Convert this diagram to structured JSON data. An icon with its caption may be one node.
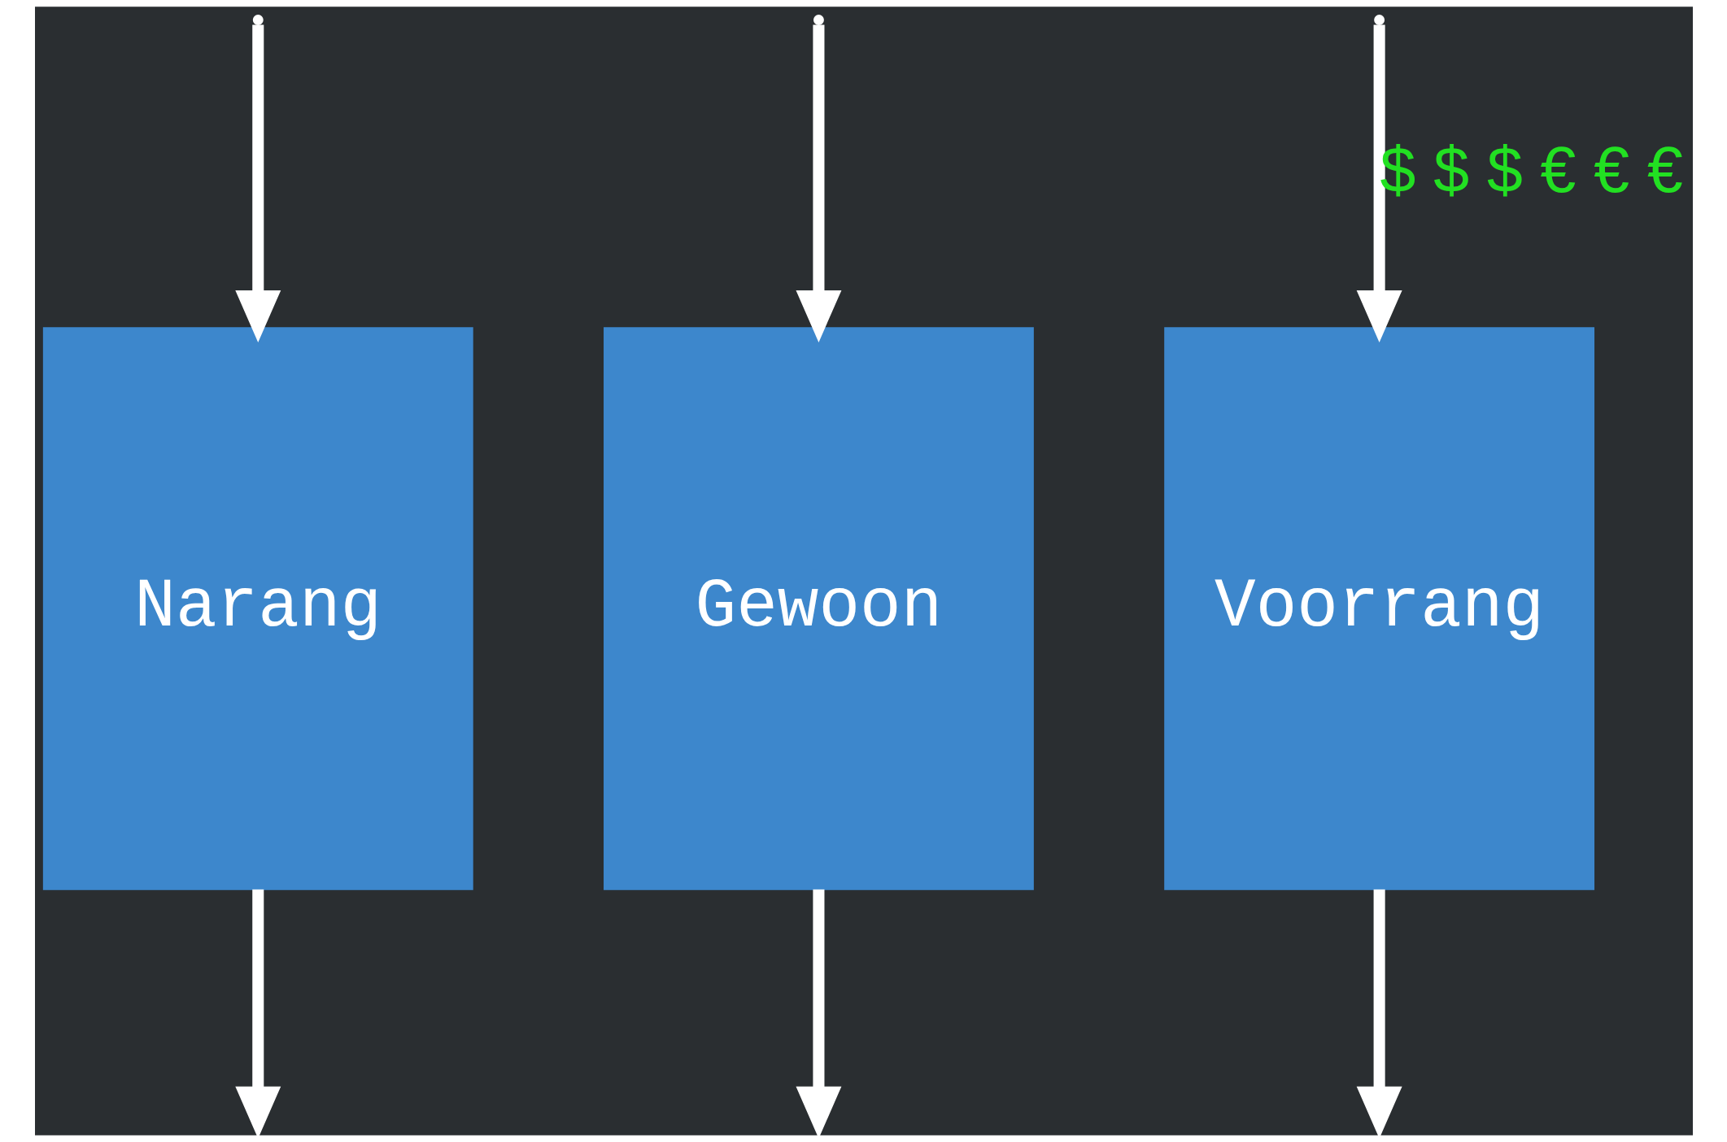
{
  "diagram": {
    "nodes": [
      {
        "text": [
          "Narang"
        ]
      },
      {
        "text": [
          "Gewoon"
        ]
      },
      {
        "text": [
          "Voorrang"
        ]
      }
    ],
    "edges": [
      {
        "from": null,
        "to": 0,
        "arrow": "to"
      },
      {
        "from": null,
        "to": 1,
        "arrow": "to"
      },
      {
        "from": null,
        "to": 2,
        "arrow": "to",
        "label": "$ $ $ € € €"
      },
      {
        "from": 0,
        "to": null,
        "arrow": "to"
      },
      {
        "from": 1,
        "to": null,
        "arrow": "to"
      },
      {
        "from": 2,
        "to": null,
        "arrow": "to"
      }
    ]
  }
}
